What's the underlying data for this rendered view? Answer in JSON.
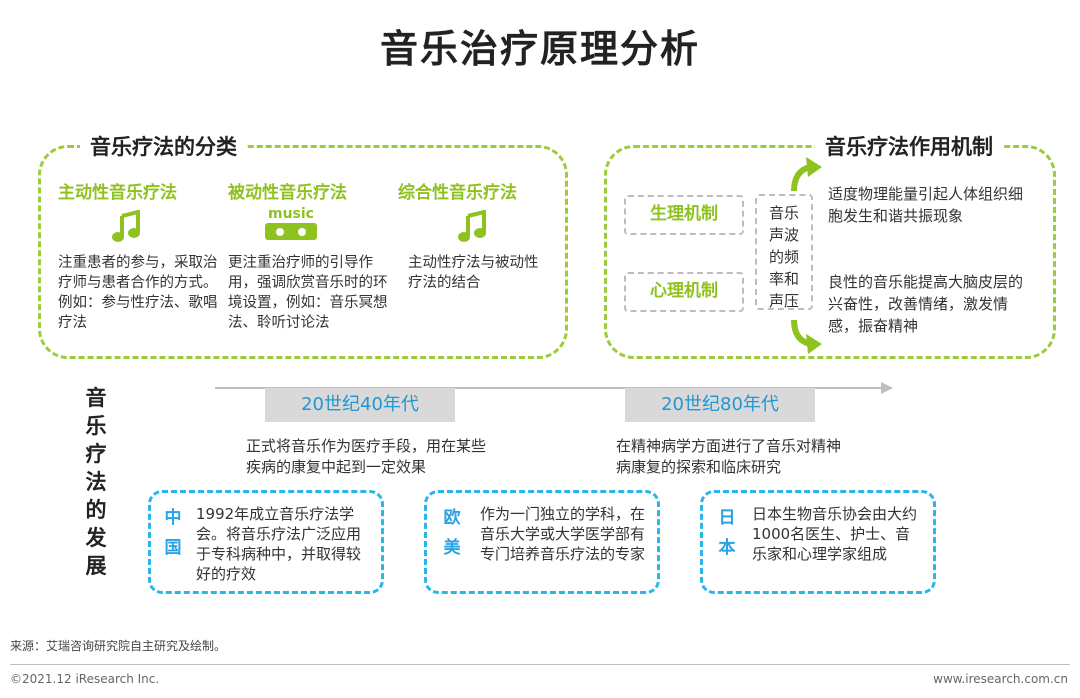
{
  "title": "音乐治疗原理分析",
  "classification": {
    "heading": "音乐疗法的分类",
    "types": [
      {
        "name": "主动性音乐疗法",
        "description": "注重患者的参与，采取治疗师与患者合作的方式。例如：参与性疗法、歌唱疗法",
        "icon": "music-note-icon"
      },
      {
        "name": "被动性音乐疗法",
        "description": "更注重治疗师的引导作用，强调欣赏音乐时的环境设置，例如：音乐冥想法、聆听讨论法",
        "icon": "music-cassette-icon",
        "icon_text": "music"
      },
      {
        "name": "综合性音乐疗法",
        "description": "主动性疗法与被动性疗法的结合",
        "icon": "music-note-icon"
      }
    ]
  },
  "mechanism": {
    "heading": "音乐疗法作用机制",
    "physio_label": "生理机制",
    "psych_label": "心理机制",
    "center_text": "音乐声波的频率和声压",
    "physio_effect": "适度物理能量引起人体组织细胞发生和谐共振现象",
    "psych_effect": "良性的音乐能提高大脑皮层的兴奋性，改善情绪，激发情感，振奋精神"
  },
  "development": {
    "label": "音乐疗法的发展",
    "eras": [
      {
        "label": "20世纪40年代",
        "description": "正式将音乐作为医疗手段，用在某些疾病的康复中起到一定效果"
      },
      {
        "label": "20世纪80年代",
        "description": "在精神病学方面进行了音乐对精神病康复的探索和临床研究"
      }
    ],
    "regions": [
      {
        "name": "中国",
        "description": "1992年成立音乐疗法学会。将音乐疗法广泛应用于专科病种中，并取得较好的疗效"
      },
      {
        "name": "欧美",
        "description": "作为一门独立的学科，在音乐大学或大学医学部有专门培养音乐疗法的专家"
      },
      {
        "name": "日本",
        "description": "日本生物音乐协会由大约1000名医生、护士、音乐家和心理学家组成"
      }
    ]
  },
  "footer": {
    "source": "来源：艾瑞咨询研究院自主研究及绘制。",
    "copyright": "©2021.12 iResearch Inc.",
    "website": "www.iresearch.com.cn"
  },
  "colors": {
    "green": "#8ec21f",
    "blue": "#29a3e3",
    "gray": "#d9d9d9"
  }
}
